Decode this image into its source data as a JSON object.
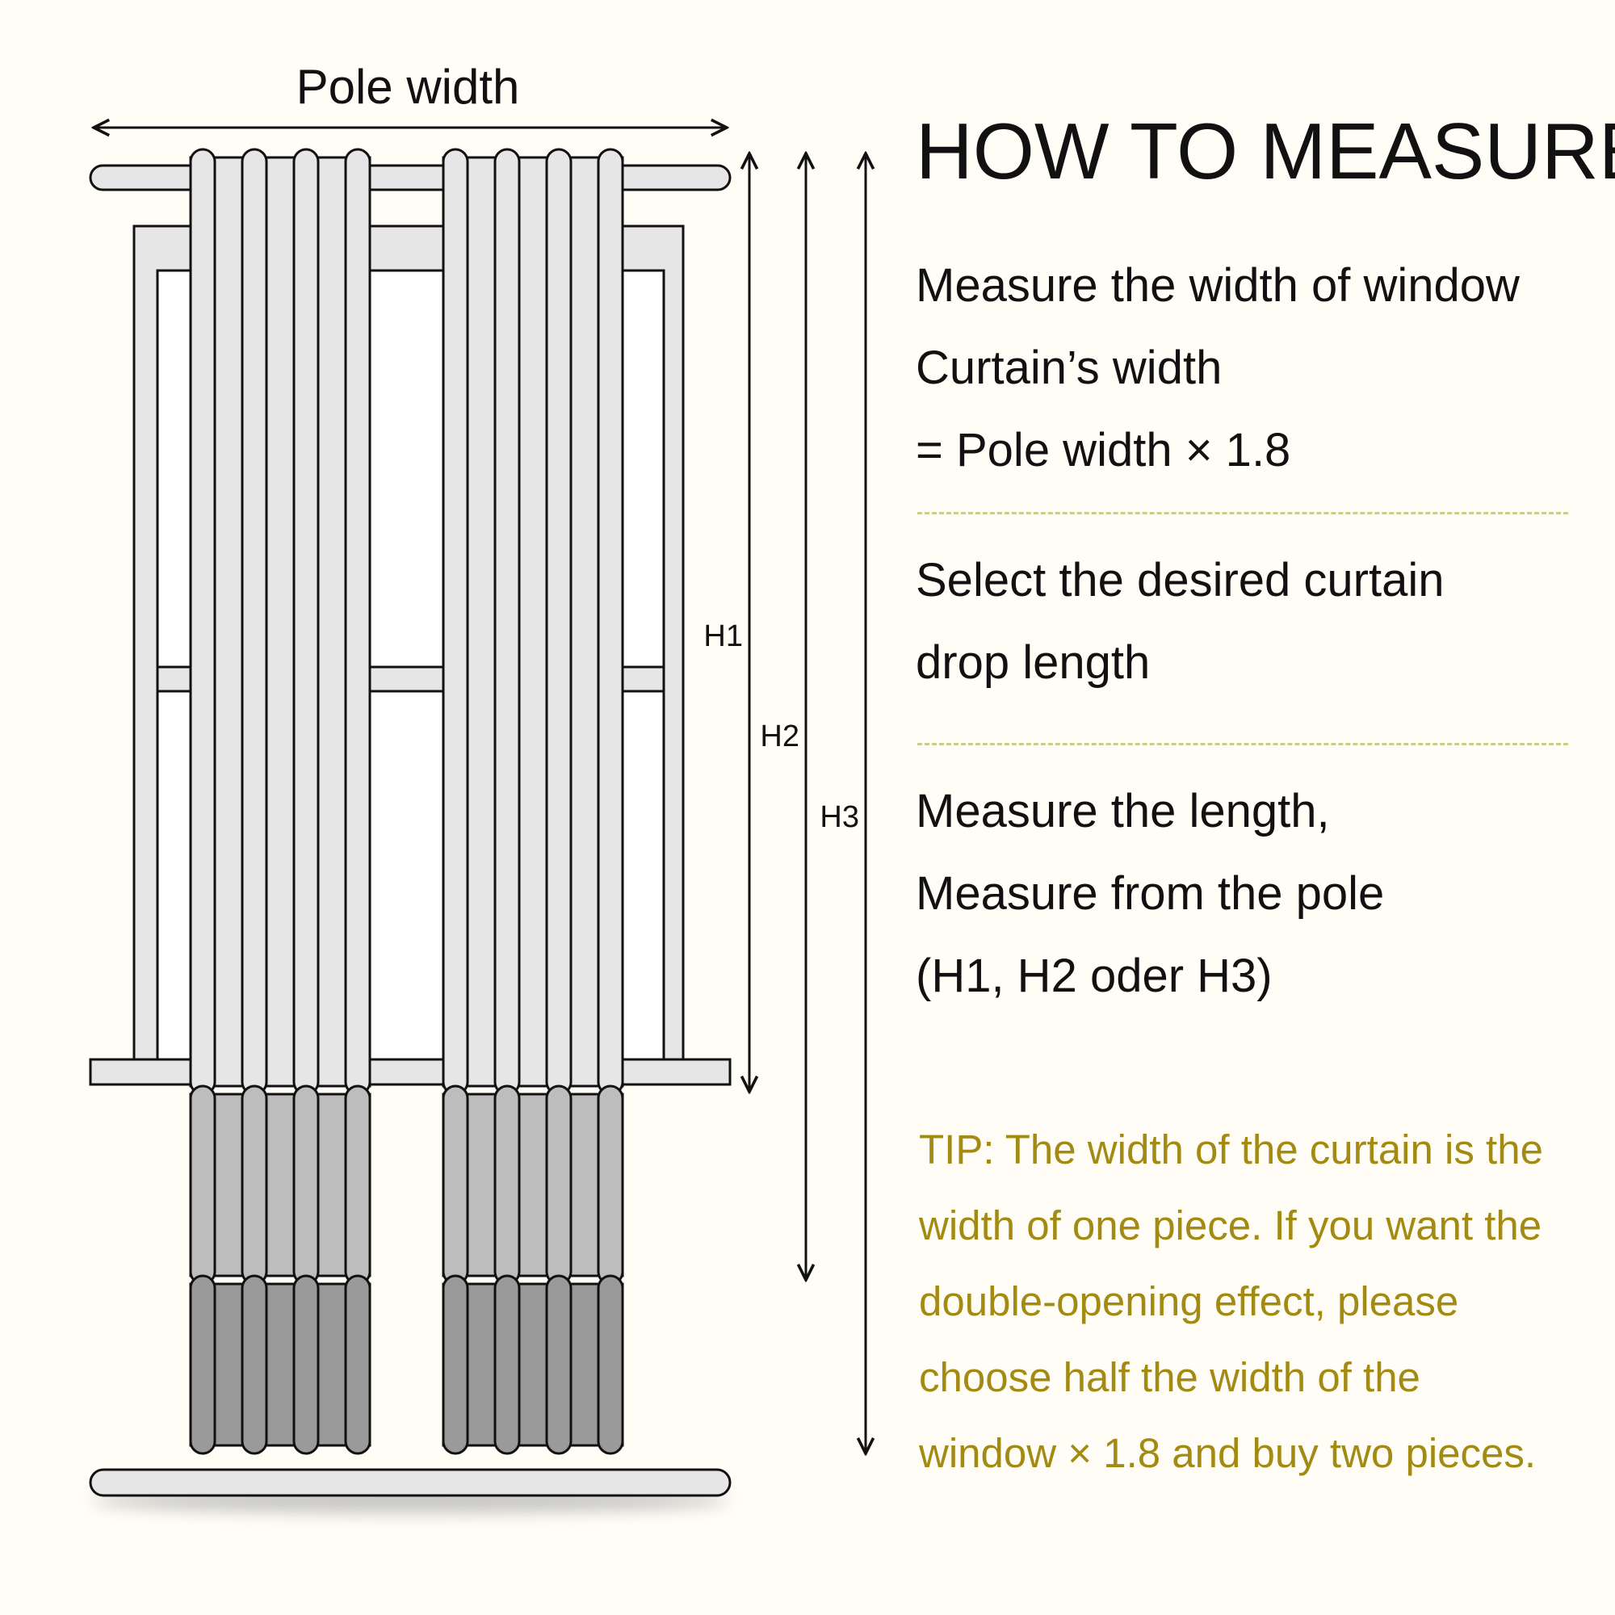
{
  "diagram": {
    "pole_width_label": "Pole width",
    "h1_label": "H1",
    "h2_label": "H2",
    "h3_label": "H3"
  },
  "instructions": {
    "title": "HOW TO MEASURE",
    "width_block": [
      "Measure the width of window",
      "Curtain’s width",
      "= Pole width × 1.8"
    ],
    "drop_block": [
      "Select the desired curtain",
      "drop length"
    ],
    "length_block": [
      "Measure the length,",
      "Measure from the pole",
      "(H1, H2 oder H3)"
    ],
    "tip": [
      "TIP:  The width of the curtain is the",
      "width of one piece. If you want the",
      "double-opening effect, please",
      "choose half the width of the",
      "window × 1.8 and buy two pieces."
    ]
  },
  "colors": {
    "background": "#fffdf6",
    "tip_text": "#a38a12",
    "divider": "#c8cc8c",
    "curtain_light": "#e6e6e6",
    "curtain_mid": "#bdbdbd",
    "curtain_dark": "#9a9a9a"
  }
}
